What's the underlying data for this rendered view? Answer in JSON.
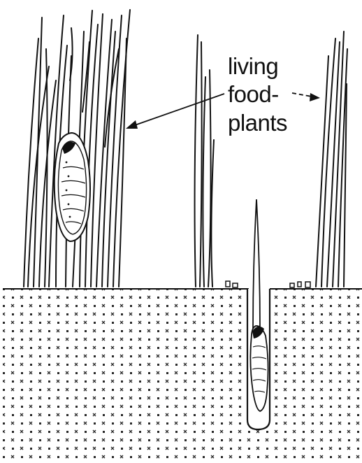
{
  "figure": {
    "label_lines": [
      "living",
      "food-",
      "plants"
    ],
    "ink_color": "#111111",
    "paper_color": "#ffffff"
  }
}
